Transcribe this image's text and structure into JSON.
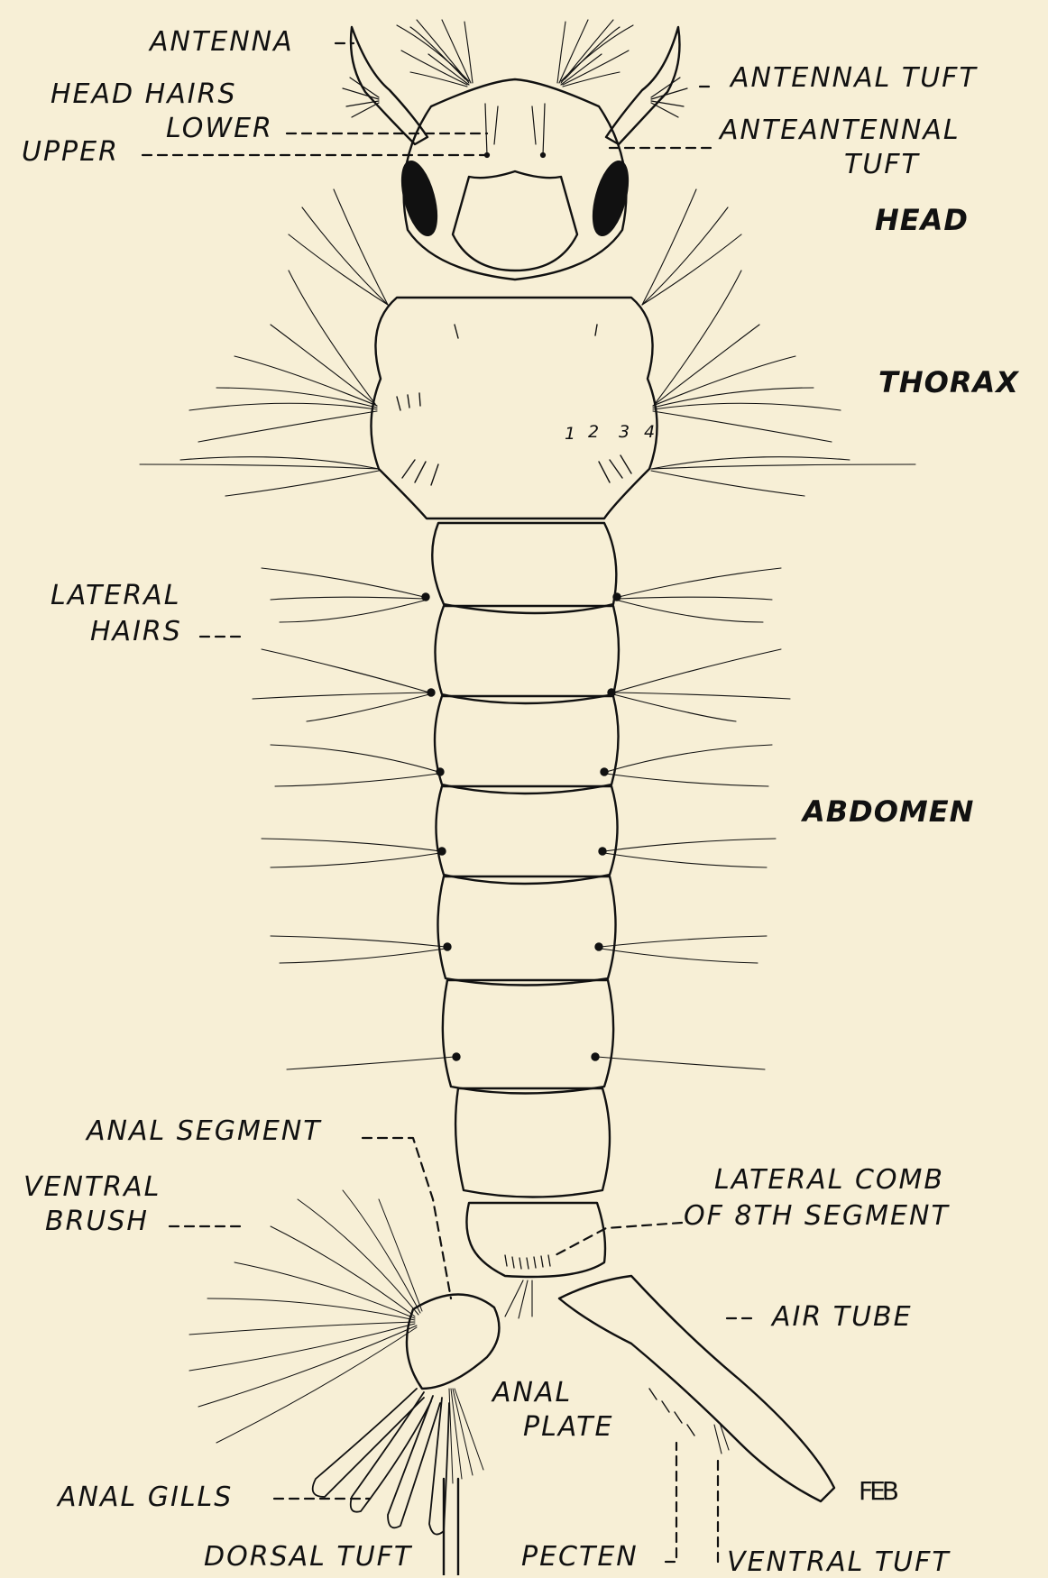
{
  "diagram": {
    "labels": {
      "antenna": "ANTENNA",
      "head_hairs": "HEAD HAIRS",
      "lower": "LOWER",
      "upper": "UPPER",
      "antennal_tuft": "ANTENNAL TUFT",
      "anteantennal": "ANTEANTENNAL",
      "tuft": "TUFT",
      "head": "HEAD",
      "thorax": "THORAX",
      "lateral": "LATERAL",
      "hairs": "HAIRS",
      "abdomen": "ABDOMEN",
      "anal_segment": "ANAL SEGMENT",
      "ventral": "VENTRAL",
      "brush": "BRUSH",
      "lateral_comb": "LATERAL COMB",
      "of_8th_segment": "OF 8TH SEGMENT",
      "air_tube": "AIR TUBE",
      "anal": "ANAL",
      "plate": "PLATE",
      "anal_gills": "ANAL GILLS",
      "dorsal_tuft": "DORSAL TUFT",
      "pecten": "PECTEN",
      "ventral_tuft": "VENTRAL TUFT"
    },
    "thorax_numbers": [
      "1",
      "2",
      "3",
      "4"
    ],
    "signature": "FEB",
    "colors": {
      "background": "#f7efd6",
      "ink": "#111111"
    }
  }
}
